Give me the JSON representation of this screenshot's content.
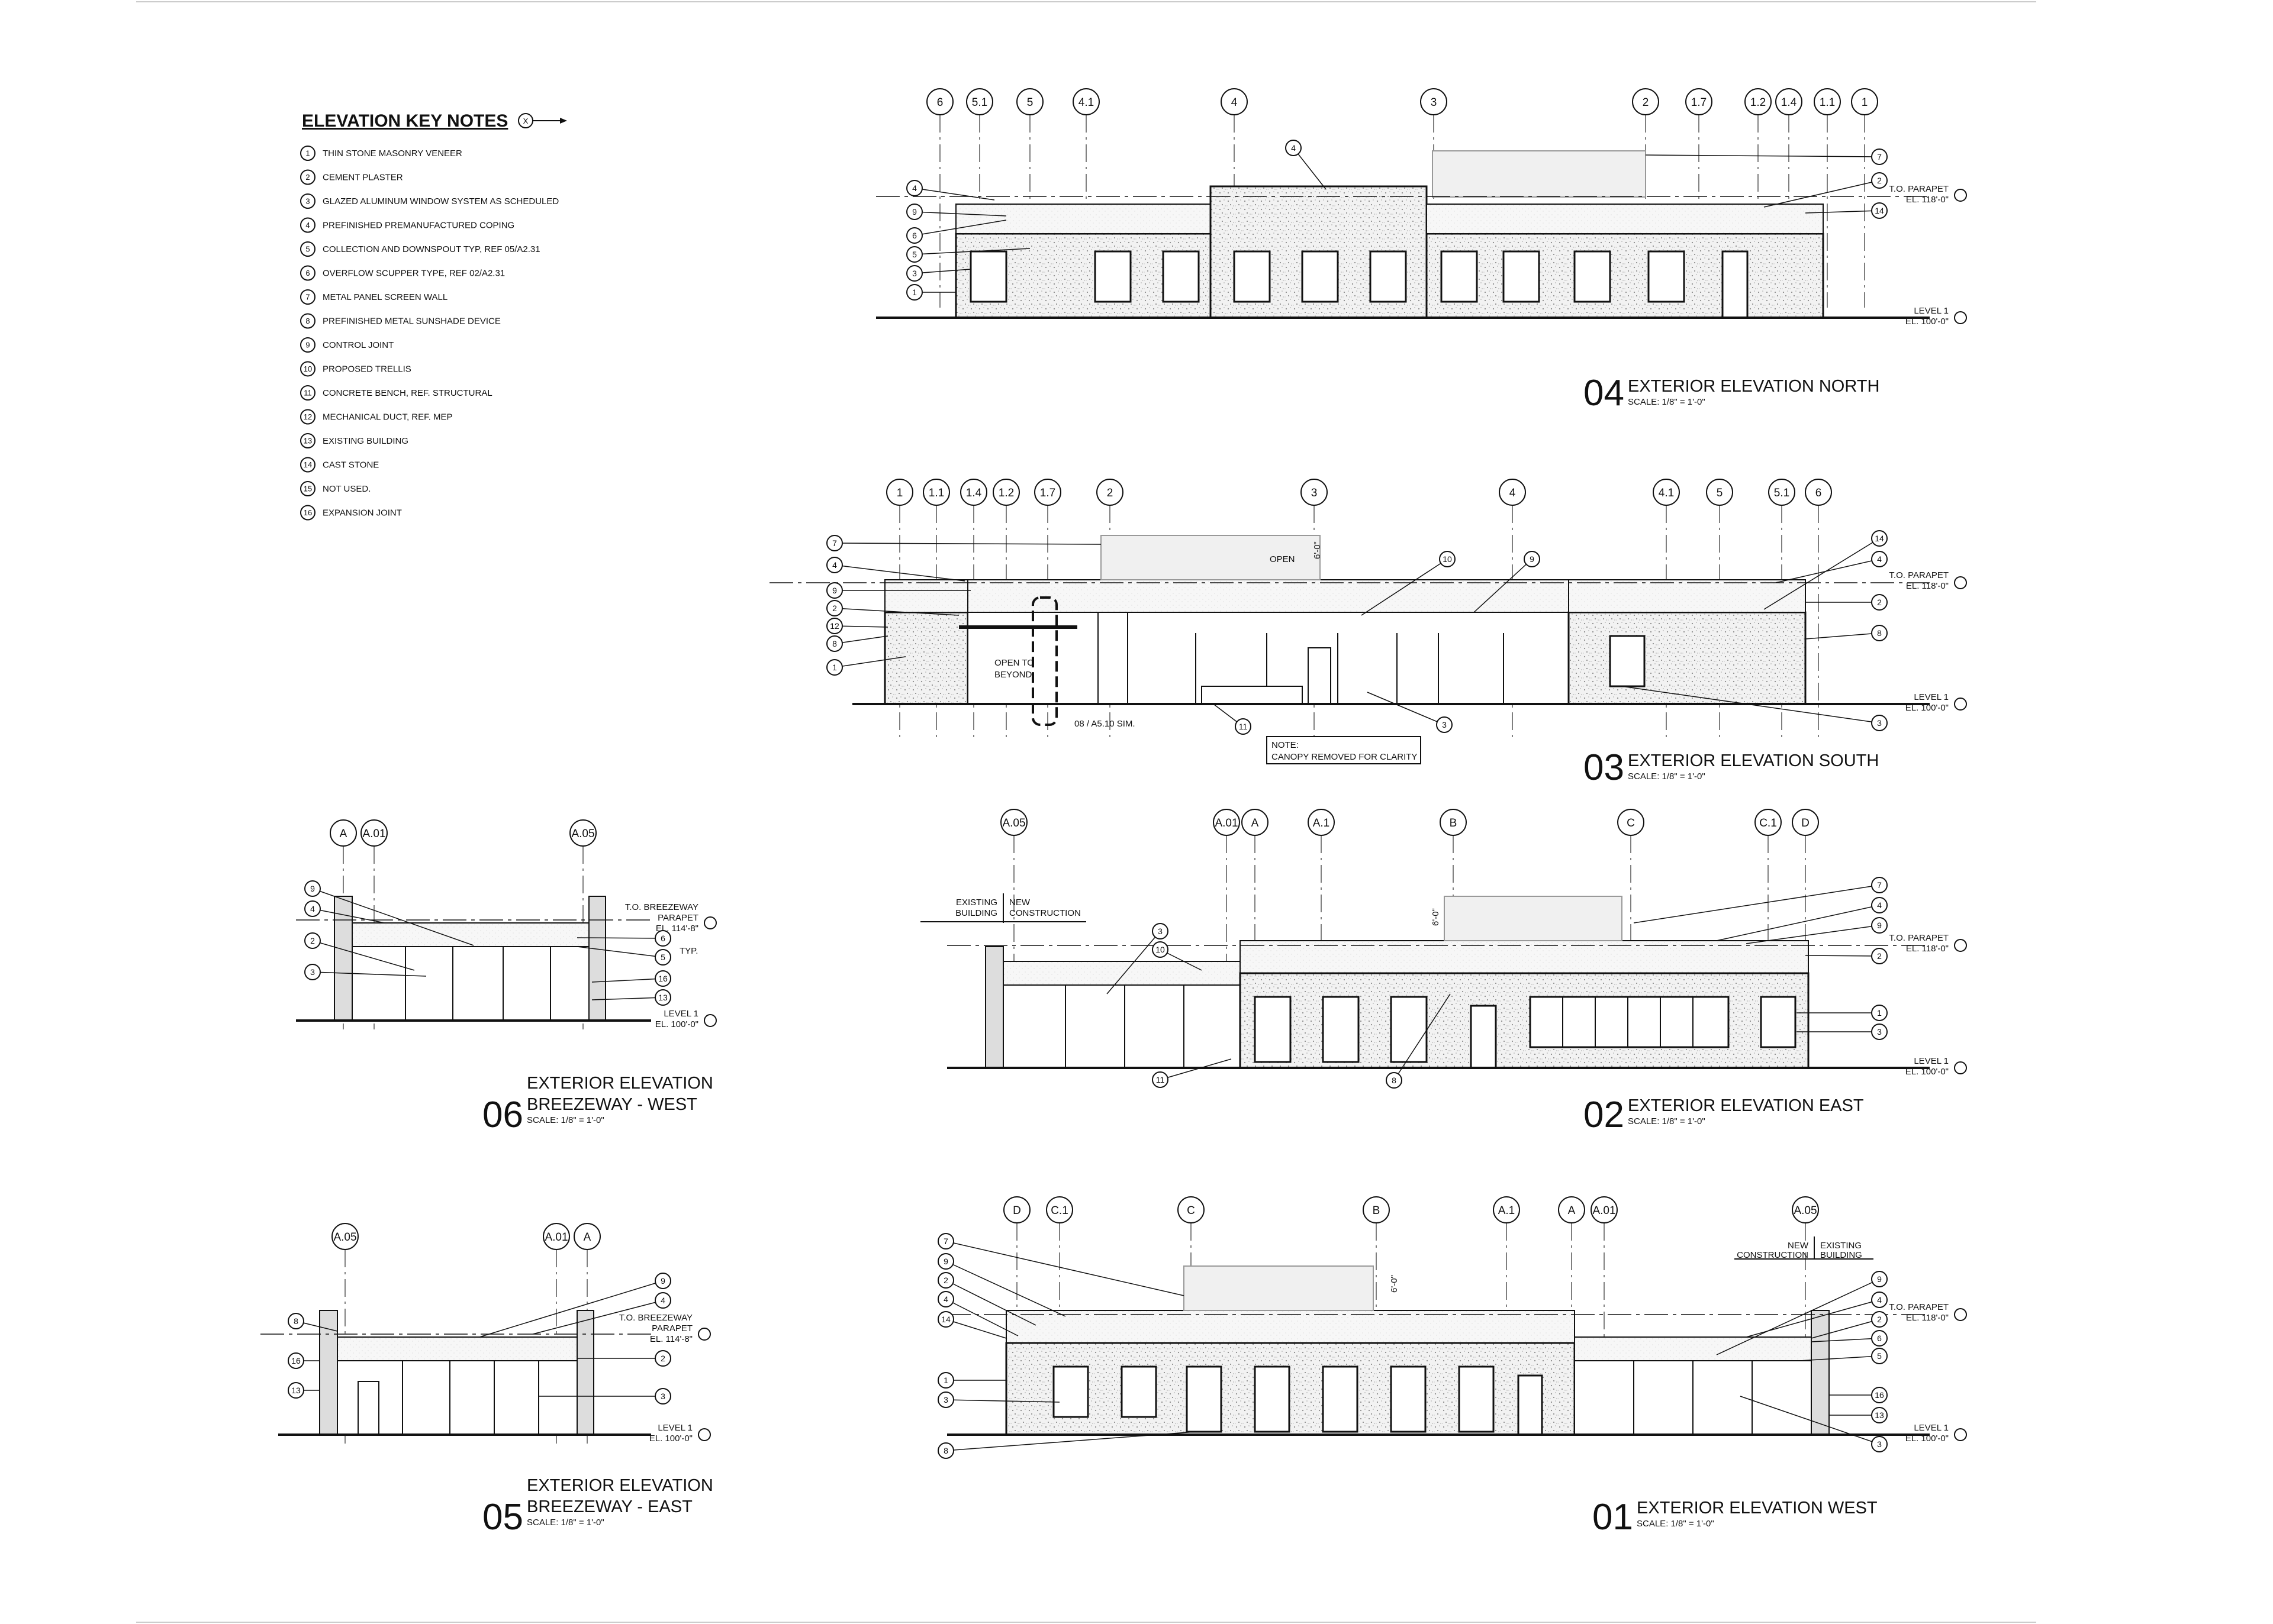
{
  "key_notes": {
    "title": "ELEVATION KEY NOTES",
    "symbol": "X",
    "items": [
      {
        "num": "1",
        "text": "THIN STONE MASONRY VENEER"
      },
      {
        "num": "2",
        "text": "CEMENT PLASTER"
      },
      {
        "num": "3",
        "text": "GLAZED ALUMINUM WINDOW SYSTEM AS SCHEDULED"
      },
      {
        "num": "4",
        "text": "PREFINISHED PREMANUFACTURED COPING"
      },
      {
        "num": "5",
        "text": "COLLECTION AND DOWNSPOUT TYP, REF 05/A2.31"
      },
      {
        "num": "6",
        "text": "OVERFLOW SCUPPER TYPE, REF 02/A2.31"
      },
      {
        "num": "7",
        "text": "METAL PANEL SCREEN WALL"
      },
      {
        "num": "8",
        "text": "PREFINISHED METAL SUNSHADE DEVICE"
      },
      {
        "num": "9",
        "text": "CONTROL JOINT"
      },
      {
        "num": "10",
        "text": "PROPOSED TRELLIS"
      },
      {
        "num": "11",
        "text": "CONCRETE BENCH, REF. STRUCTURAL"
      },
      {
        "num": "12",
        "text": "MECHANICAL DUCT, REF. MEP"
      },
      {
        "num": "13",
        "text": "EXISTING BUILDING"
      },
      {
        "num": "14",
        "text": "CAST STONE"
      },
      {
        "num": "15",
        "text": "NOT USED."
      },
      {
        "num": "16",
        "text": "EXPANSION JOINT"
      }
    ]
  },
  "levels": {
    "parapet": "T.O. PARAPET",
    "parapet_el": "EL. 118'-0\"",
    "breezeway": "T.O. BREEZEWAY",
    "breezeway_2": "PARAPET",
    "breezeway_el": "EL. 114'-8\"",
    "level1": "LEVEL 1",
    "level1_el": "EL. 100'-0\""
  },
  "annotations": {
    "open": "OPEN",
    "dim_6_0": "6'-0\"",
    "open_to": "OPEN TO",
    "beyond": "BEYOND",
    "detail_ref": "08 / A5.10 SIM.",
    "note_1": "NOTE:",
    "note_2": "CANOPY REMOVED FOR CLARITY",
    "existing": "EXISTING",
    "building": "BUILDING",
    "new": "NEW",
    "construction": "CONSTRUCTION",
    "typ": "TYP."
  },
  "elevations": {
    "north": {
      "num": "04",
      "name": "EXTERIOR ELEVATION NORTH",
      "scale": "SCALE: 1/8\" = 1'-0\"",
      "grid": [
        "6",
        "5.1",
        "5",
        "4.1",
        "4",
        "3",
        "2",
        "1.7",
        "1.2",
        "1.4",
        "1.1",
        "1"
      ]
    },
    "south": {
      "num": "03",
      "name": "EXTERIOR ELEVATION SOUTH",
      "scale": "SCALE: 1/8\" = 1'-0\"",
      "grid": [
        "1",
        "1.1",
        "1.4",
        "1.2",
        "1.7",
        "2",
        "3",
        "4",
        "4.1",
        "5",
        "5.1",
        "6"
      ]
    },
    "breezeway_west": {
      "num": "06",
      "name": "EXTERIOR ELEVATION",
      "name2": "BREEZEWAY - WEST",
      "scale": "SCALE: 1/8\" = 1'-0\"",
      "grid": [
        "A",
        "A.01",
        "A.05"
      ]
    },
    "east": {
      "num": "02",
      "name": "EXTERIOR ELEVATION EAST",
      "scale": "SCALE: 1/8\" = 1'-0\"",
      "grid": [
        "A.05",
        "A.01",
        "A",
        "A.1",
        "B",
        "C",
        "C.1",
        "D"
      ]
    },
    "breezeway_east": {
      "num": "05",
      "name": "EXTERIOR ELEVATION",
      "name2": "BREEZEWAY - EAST",
      "scale": "SCALE: 1/8\" = 1'-0\"",
      "grid": [
        "A.05",
        "A.01",
        "A"
      ]
    },
    "west": {
      "num": "01",
      "name": "EXTERIOR ELEVATION WEST",
      "scale": "SCALE: 1/8\" = 1'-0\"",
      "grid": [
        "D",
        "C.1",
        "C",
        "B",
        "A.1",
        "A",
        "A.01",
        "A.05"
      ]
    }
  },
  "callouts": {
    "north_left": [
      "4",
      "9",
      "6",
      "5",
      "3",
      "1"
    ],
    "north_right": [
      "7",
      "2",
      "14"
    ],
    "north_top": [
      "4"
    ],
    "south_left": [
      "7",
      "4",
      "9",
      "2",
      "12",
      "8",
      "1"
    ],
    "south_right": [
      "14",
      "4",
      "2",
      "8",
      "3"
    ],
    "south_mid": [
      "10",
      "9",
      "11",
      "3"
    ],
    "bw_left": [
      "9",
      "4",
      "2",
      "3"
    ],
    "bw_right": [
      "6",
      "5",
      "16",
      "13"
    ],
    "east_right": [
      "7",
      "4",
      "9",
      "2",
      "1",
      "3"
    ],
    "east_mid": [
      "3",
      "10",
      "11",
      "8"
    ],
    "bwe_left": [
      "8",
      "16",
      "13"
    ],
    "bwe_right": [
      "9",
      "4",
      "2",
      "3"
    ],
    "west_left": [
      "7",
      "9",
      "2",
      "4",
      "14",
      "1",
      "3",
      "8"
    ],
    "west_right": [
      "9",
      "4",
      "2",
      "6",
      "5",
      "16",
      "13",
      "3"
    ]
  }
}
